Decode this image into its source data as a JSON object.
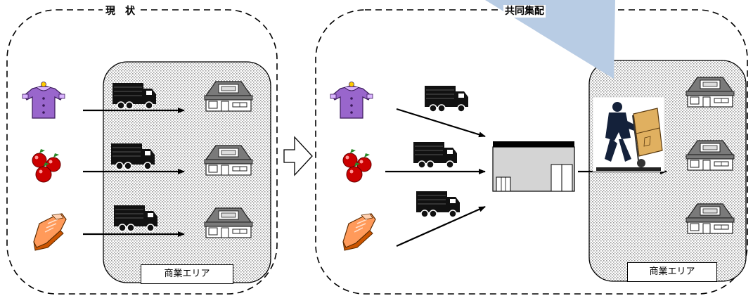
{
  "left_panel": {
    "title": "現　状",
    "area_label": "商業エリア"
  },
  "right_panel": {
    "title": "共同集配",
    "area_label": "商業エリア"
  },
  "items": [
    "clothing-icon",
    "apple-icon",
    "shoe-icon"
  ],
  "colors": {
    "dotted_area": "#bdbdbd",
    "callout": "#b8cce4",
    "house_roof": "#808080",
    "truck": "#000000",
    "clothing": "#9966cc",
    "apple": "#cc0000",
    "shoe": "#ff6600"
  }
}
